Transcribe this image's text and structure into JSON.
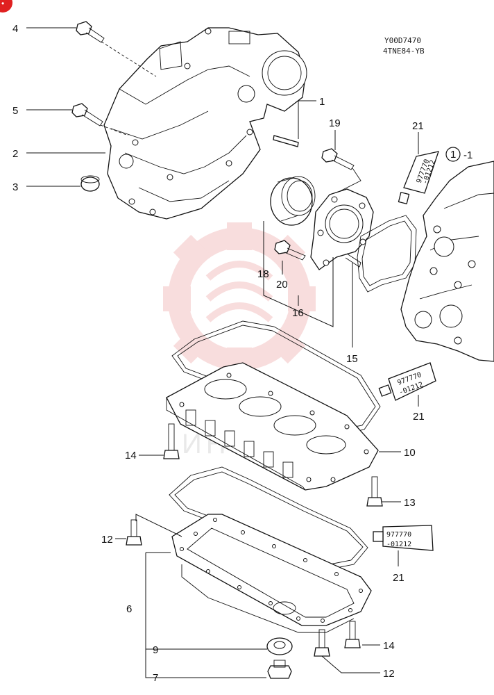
{
  "drawing": {
    "code": "Y00D7470",
    "model": "4TNE84-YB",
    "watermark_text": "ИНТЕХ",
    "badge_glyph": "•"
  },
  "labels": {
    "n1": "1",
    "n2": "2",
    "n3": "3",
    "n4": "4",
    "n5": "5",
    "n6": "6",
    "n7": "7",
    "n9": "9",
    "n10": "10",
    "n12a": "12",
    "n12b": "12",
    "n13": "13",
    "n14a": "14",
    "n14b": "14",
    "n15": "15",
    "n16": "16",
    "n18": "18",
    "n19": "19",
    "n20": "20",
    "n21a": "21",
    "n21b": "21",
    "n21c": "21",
    "ref_circle": "1",
    "ref_suffix": "-1"
  },
  "sealant_tube": {
    "line1": "977770",
    "line2": "-01212"
  },
  "colors": {
    "line": "#111111",
    "watermark": "#f3c2c2",
    "badge": "#e02020"
  }
}
